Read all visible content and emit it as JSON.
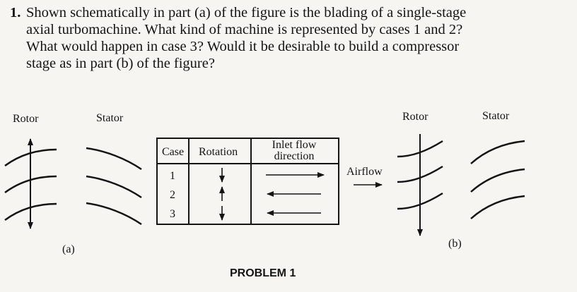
{
  "question": {
    "number": "1.",
    "lines": [
      "Shown schematically in part (a) of the figure is the blading of a single-stage",
      "axial turbomachine. What kind of machine is represented by cases 1 and 2?",
      "What would happen in case 3? Would it be desirable to build a compressor",
      "stage as in part (b) of the figure?"
    ]
  },
  "figure": {
    "part_a": {
      "rotor_label": "Rotor",
      "stator_label": "Stator",
      "caption": "(a)"
    },
    "part_b": {
      "rotor_label": "Rotor",
      "stator_label": "Stator",
      "caption": "(b)",
      "airflow_label": "Airflow"
    },
    "table": {
      "headers": [
        "Case",
        "Rotation",
        "Inlet flow",
        "direction"
      ],
      "rows": [
        {
          "case": "1",
          "rotation": "down",
          "inlet_flow": "right"
        },
        {
          "case": "2",
          "rotation": "up",
          "inlet_flow": "left"
        },
        {
          "case": "3",
          "rotation": "down",
          "inlet_flow": "left"
        }
      ]
    },
    "title": "PROBLEM 1"
  }
}
